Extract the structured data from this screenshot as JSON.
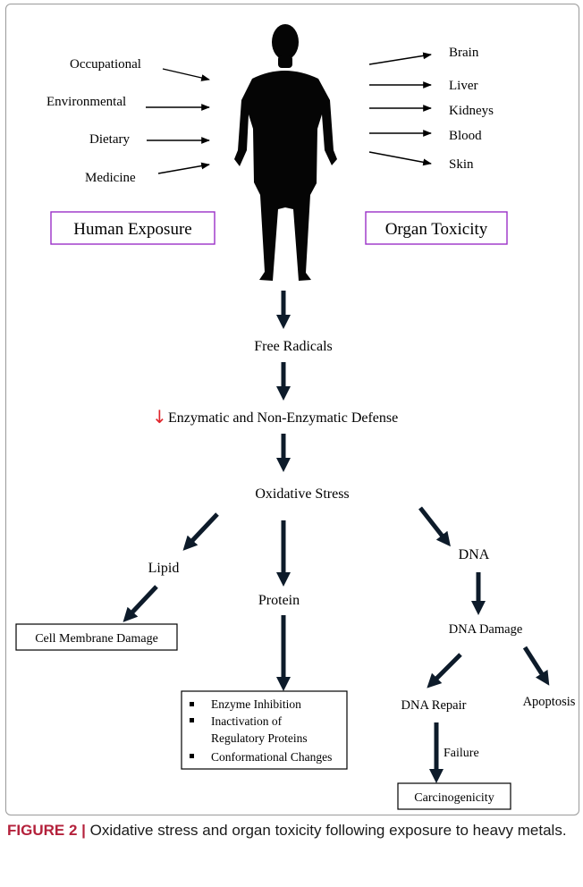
{
  "exposures": [
    "Occupational",
    "Environmental",
    "Dietary",
    "Medicine"
  ],
  "exposure_box": "Human Exposure",
  "organs": [
    "Brain",
    "Liver",
    "Kidneys",
    "Blood",
    "Skin"
  ],
  "organ_box": "Organ Toxicity",
  "flow": {
    "free_radicals": "Free Radicals",
    "defense_arrow": "↓",
    "defense": "Enzymatic and Non-Enzymatic Defense",
    "oxidative_stress": "Oxidative Stress",
    "lipid": "Lipid",
    "protein": "Protein",
    "dna": "DNA",
    "cell_membrane": "Cell Membrane Damage",
    "protein_effects": [
      "Enzyme Inhibition",
      "Inactivation of",
      "Regulatory Proteins",
      "Conformational Changes"
    ],
    "dna_damage": "DNA Damage",
    "dna_repair": "DNA Repair",
    "apoptosis": "Apoptosis",
    "failure": "Failure",
    "carcinogenicity": "Carcinogenicity"
  },
  "caption": {
    "label": "FIGURE 2 |",
    "text": "Oxidative stress and organ toxicity following exposure to heavy metals."
  },
  "colors": {
    "box_border_purple": "#9b30c8",
    "arrow": "#0d1b2a",
    "down_arrow_red": "#e0252b",
    "caption_label": "#b4213b"
  }
}
